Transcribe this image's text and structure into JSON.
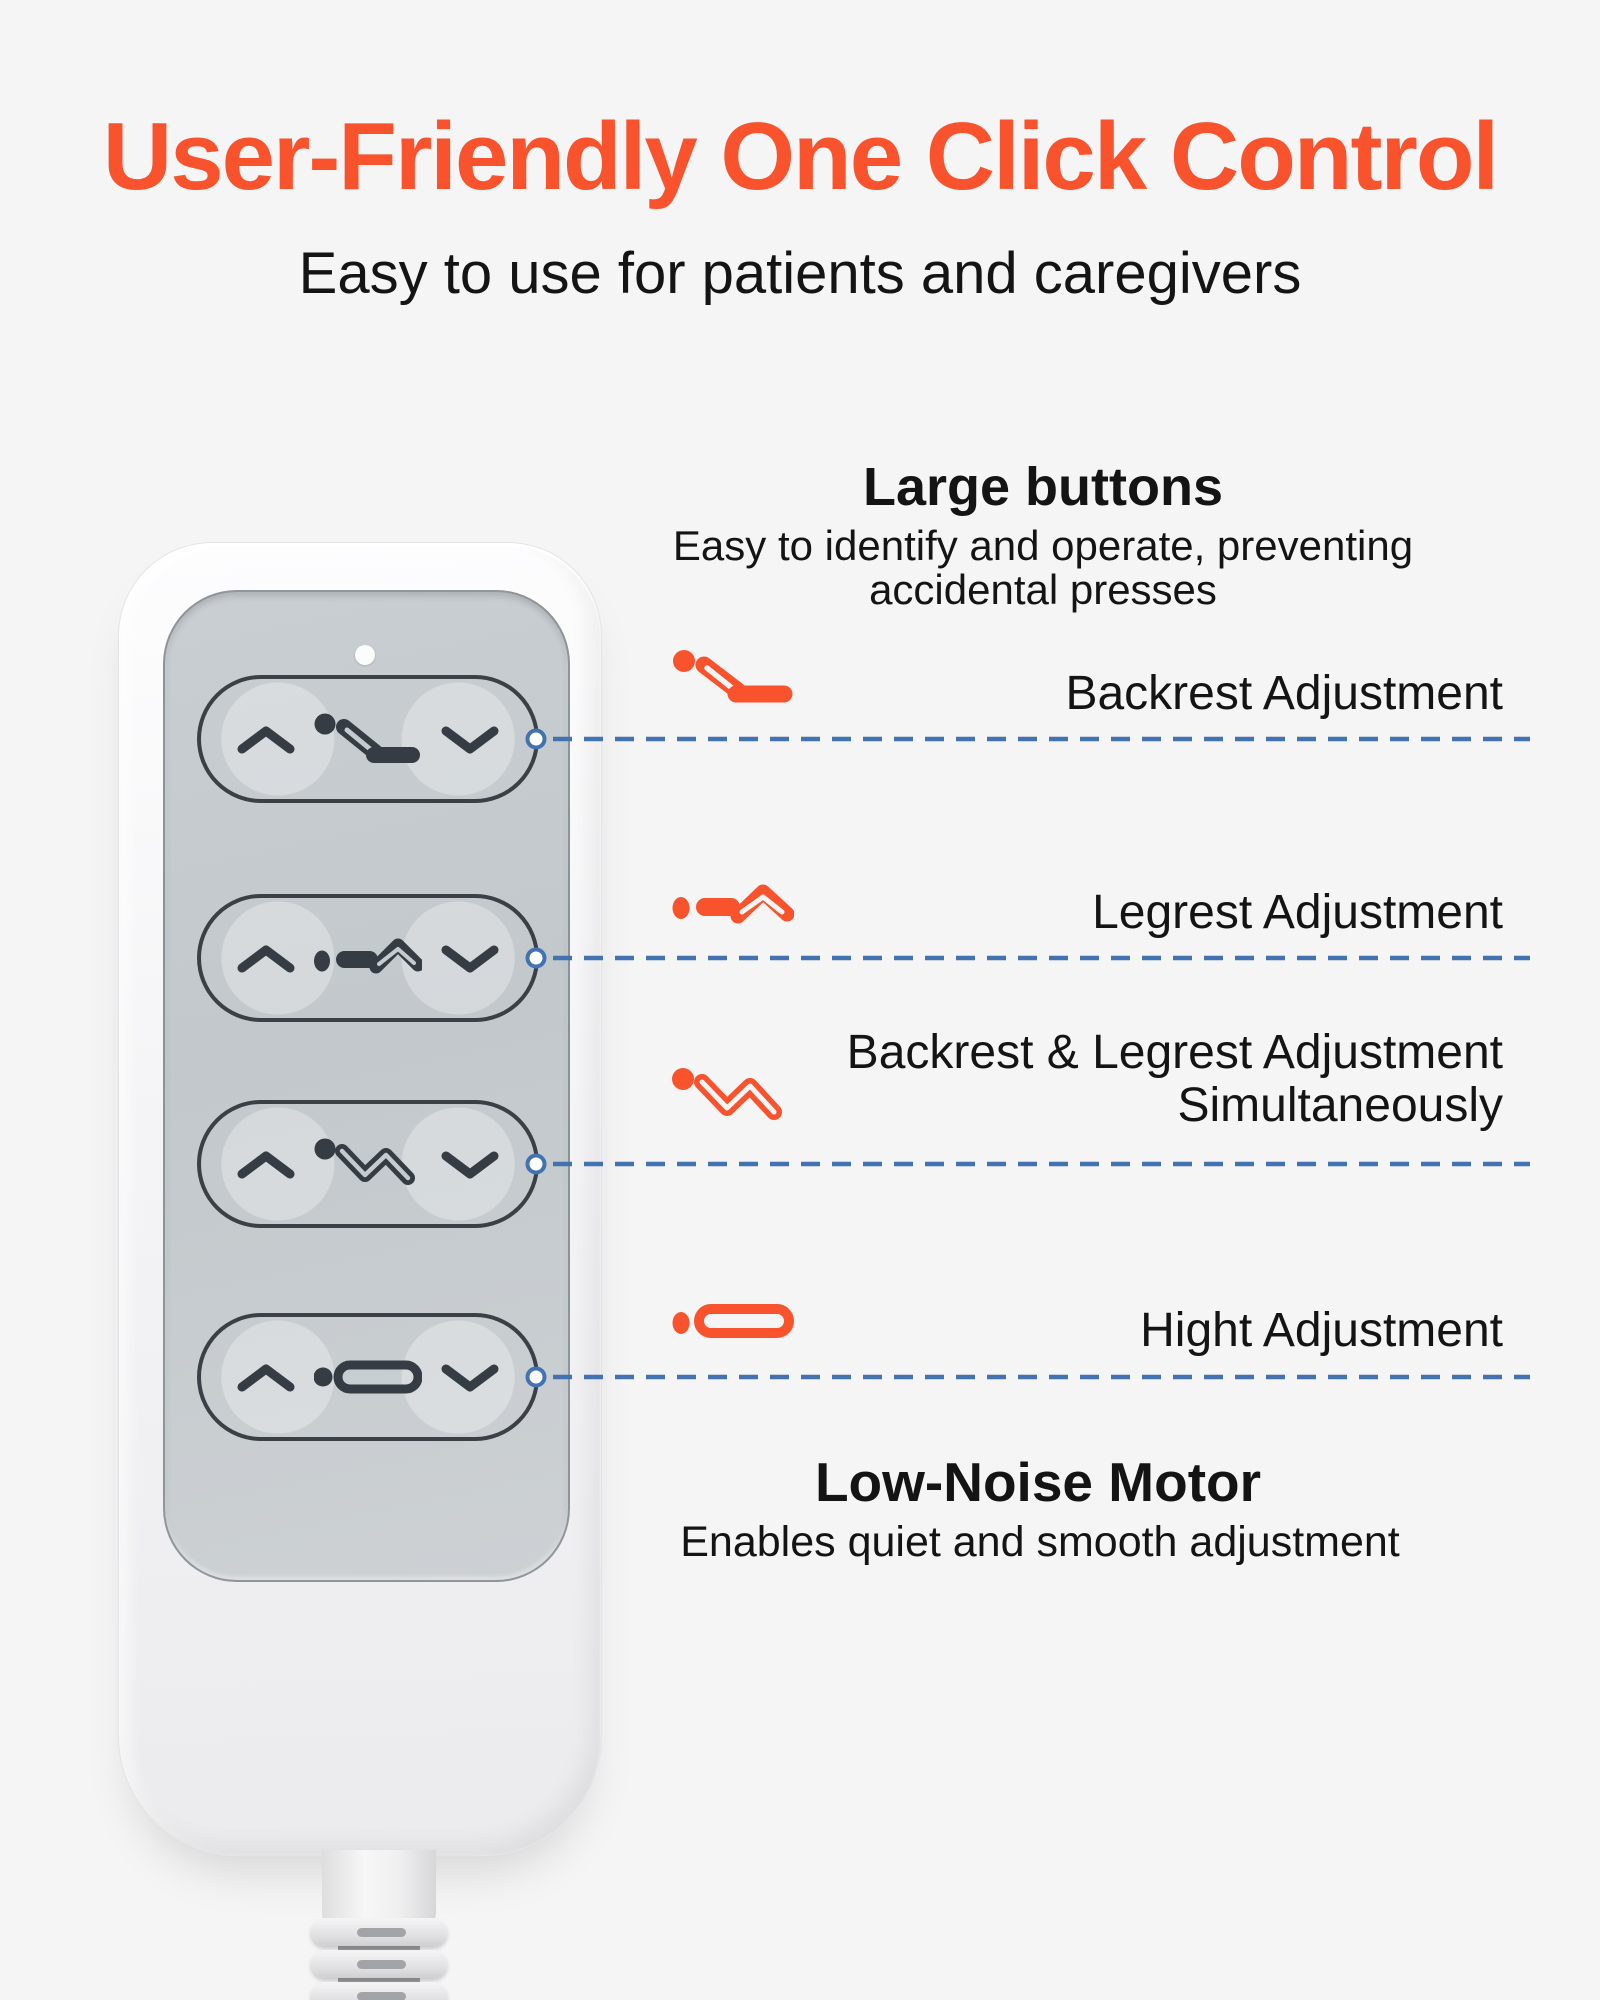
{
  "page": {
    "title": "User-Friendly One Click Control",
    "subtitle": "Easy to use for patients and caregivers"
  },
  "colors": {
    "background": "#f5f5f6",
    "accent_orange": "#F9532D",
    "leader_blue": "#4273B0",
    "text_dark": "#141414",
    "remote_glyph_dark": "#353C43",
    "remote_panel_gray": "#c6cbcf"
  },
  "sections": {
    "large_buttons": {
      "heading": "Large buttons",
      "description_line_1": "Easy to identify and operate, preventing",
      "description_line_2": "accidental presses"
    },
    "low_noise": {
      "heading": "Low-Noise Motor",
      "description": "Enables quiet and smooth adjustment"
    }
  },
  "rows": [
    {
      "icon": "backrest-recline-icon",
      "label_lines": [
        "Backrest Adjustment"
      ]
    },
    {
      "icon": "legrest-raise-icon",
      "label_lines": [
        "Legrest Adjustment"
      ]
    },
    {
      "icon": "backrest-legrest-icon",
      "label_lines": [
        "Backrest & Legrest Adjustment",
        "Simultaneously"
      ]
    },
    {
      "icon": "bed-height-flat-icon",
      "label_lines": [
        "Hight Adjustment"
      ]
    }
  ],
  "remote": {
    "rows": [
      {
        "name": "backrest-adjust-buttons"
      },
      {
        "name": "legrest-adjust-buttons"
      },
      {
        "name": "combined-adjust-buttons"
      },
      {
        "name": "height-adjust-buttons"
      }
    ]
  }
}
